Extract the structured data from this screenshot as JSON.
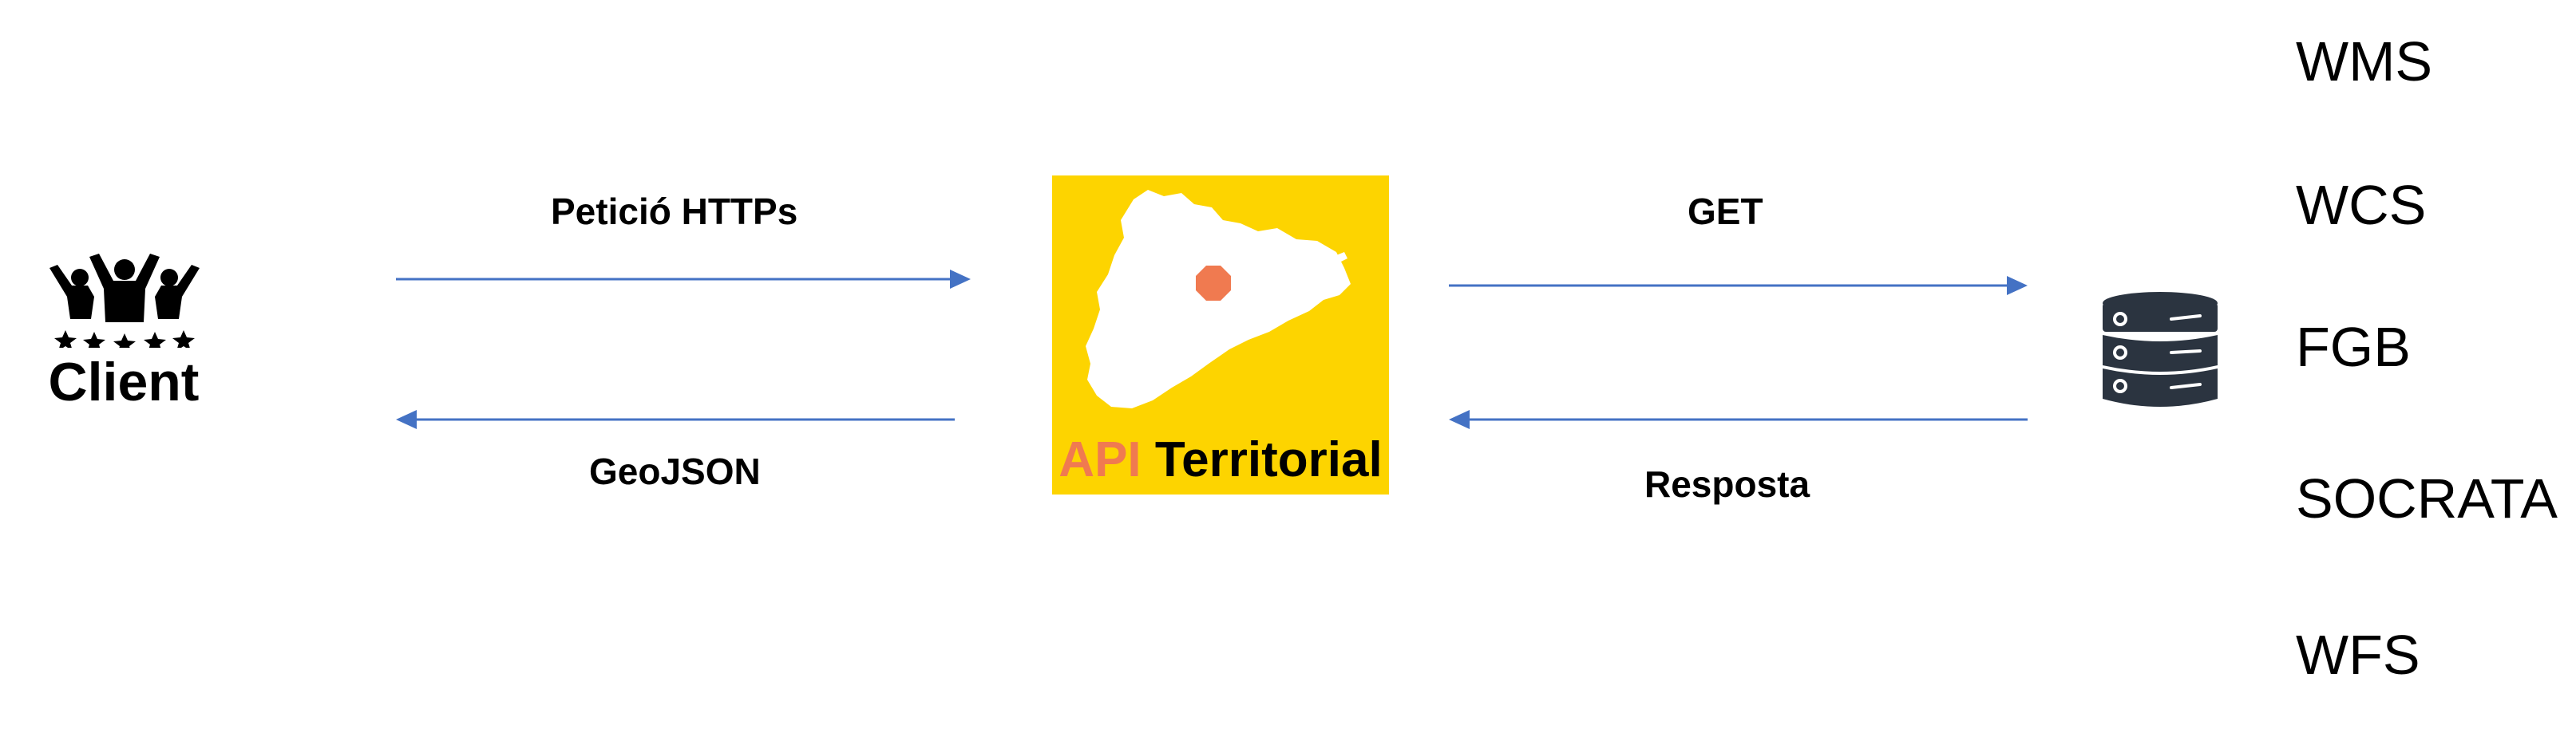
{
  "client": {
    "label": "Client",
    "icon": "people-celebrating-stars-icon"
  },
  "edges": {
    "request": "Petició HTTPs",
    "response_to_client": "GeoJSON",
    "get": "GET",
    "response_from_server": "Resposta"
  },
  "api_logo": {
    "accent": "API",
    "rest": "Territorial",
    "background": "#FDD400",
    "accent_color": "#F07A50"
  },
  "server": {
    "icon": "database-server-icon"
  },
  "services": [
    "WMS",
    "WCS",
    "FGB",
    "SOCRATA",
    "WFS"
  ],
  "colors": {
    "arrow": "#4472C4",
    "icon_dark": "#2B3440"
  }
}
